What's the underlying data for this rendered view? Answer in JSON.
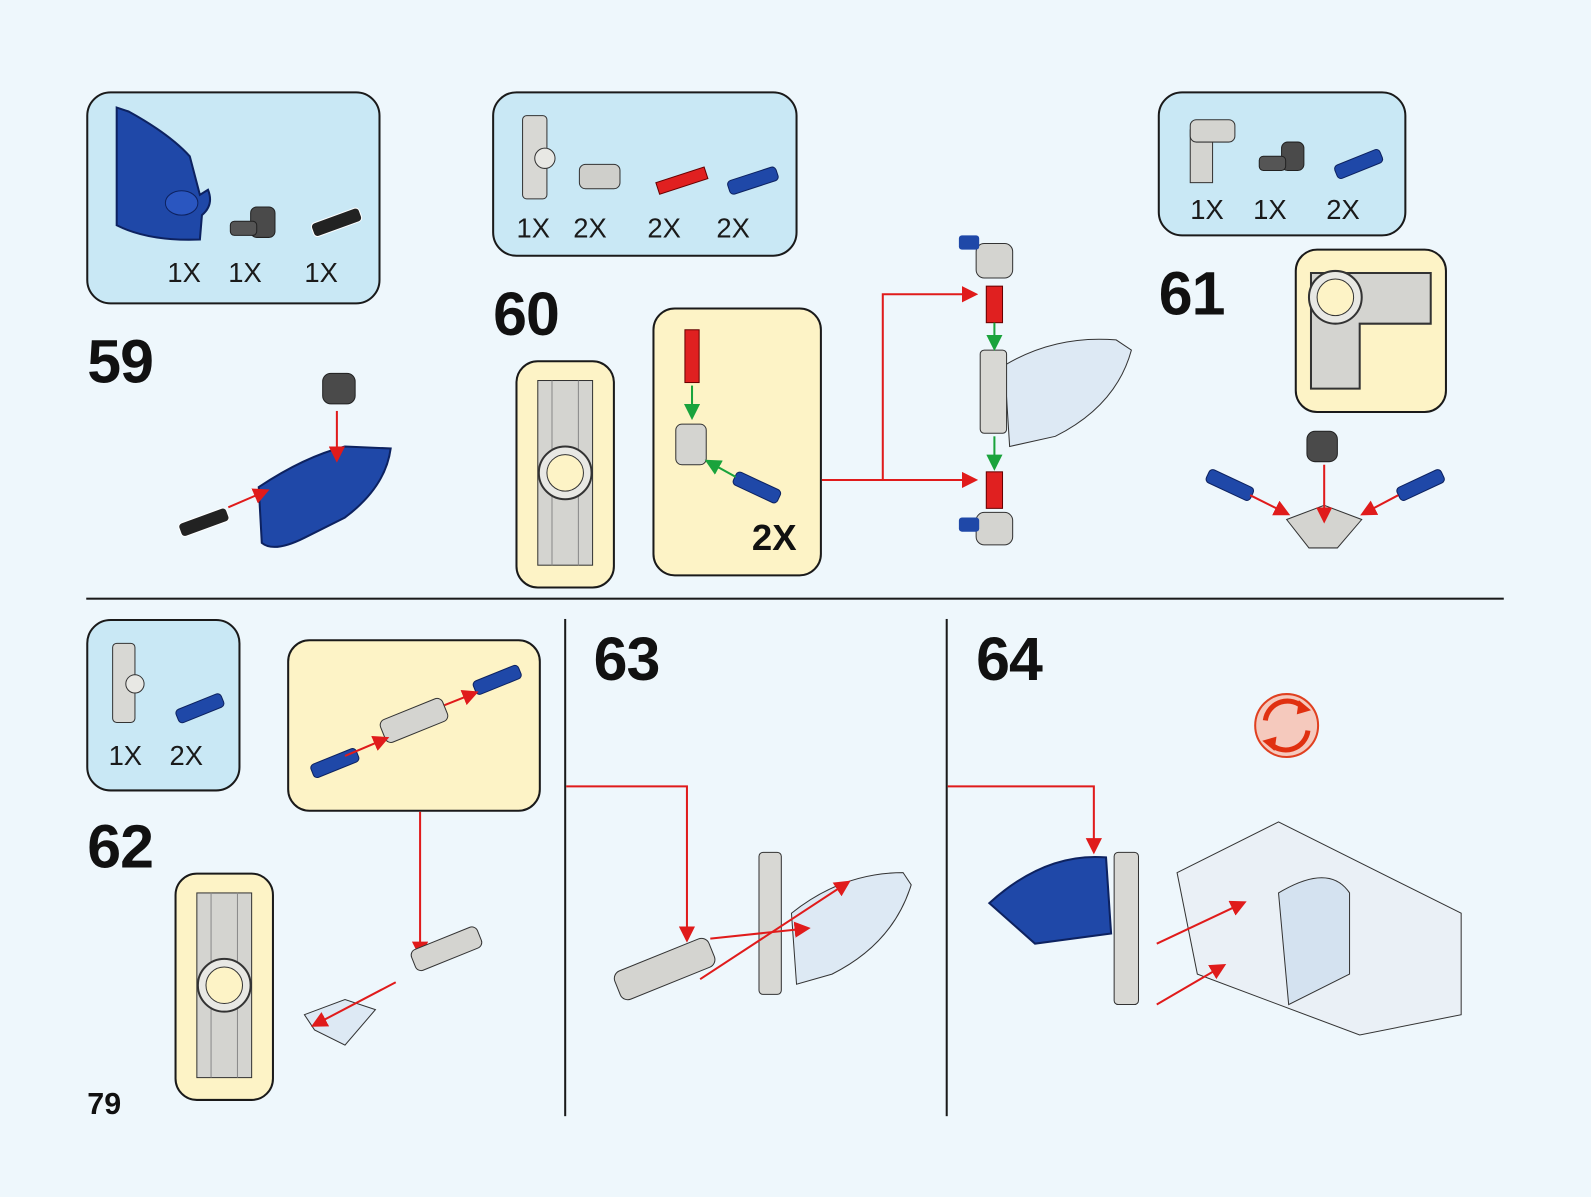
{
  "page_number": "79",
  "colors": {
    "background": "#eef7fc",
    "parts_box": "#c9e8f5",
    "callout": "#fdf3c6",
    "arrow": "#e01b1b",
    "assembly_arrow": "#1aa33c",
    "blue_part": "#1f48a8"
  },
  "steps": [
    {
      "number": "59",
      "parts": [
        {
          "icon": "blue-fairing-panel",
          "qty": "1X"
        },
        {
          "icon": "dark-gray-pin-connector",
          "qty": "1X"
        },
        {
          "icon": "black-friction-pin",
          "qty": "1X"
        }
      ]
    },
    {
      "number": "60",
      "parts": [
        {
          "icon": "axle-connector",
          "qty": "1X"
        },
        {
          "icon": "cross-block",
          "qty": "2X"
        },
        {
          "icon": "red-axle",
          "qty": "2X"
        },
        {
          "icon": "blue-pin",
          "qty": "2X"
        }
      ],
      "callout_multiplier": "2X"
    },
    {
      "number": "61",
      "parts": [
        {
          "icon": "angle-connector",
          "qty": "1X"
        },
        {
          "icon": "dark-gray-pin-connector",
          "qty": "1X"
        },
        {
          "icon": "blue-pin",
          "qty": "2X"
        }
      ]
    },
    {
      "number": "62",
      "parts": [
        {
          "icon": "axle-connector",
          "qty": "1X"
        },
        {
          "icon": "blue-pin",
          "qty": "2X"
        }
      ]
    },
    {
      "number": "63"
    },
    {
      "number": "64",
      "rotate_icon": "rotate-model-icon"
    }
  ]
}
